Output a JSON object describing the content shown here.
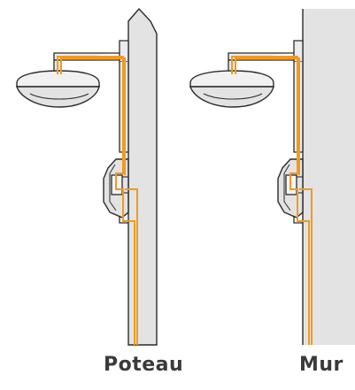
{
  "labels": {
    "left": "Poteau",
    "right": "Mur"
  },
  "colors": {
    "cable": "#f39a1e",
    "outline": "#2b2b2b",
    "fill": "#e3e3e3",
    "fill_light": "#ececec",
    "lamp_fill": "#f1f1f1",
    "background": "#ffffff"
  },
  "panels": [
    {
      "name": "poteau",
      "mount": "pole"
    },
    {
      "name": "mur",
      "mount": "wall"
    }
  ]
}
